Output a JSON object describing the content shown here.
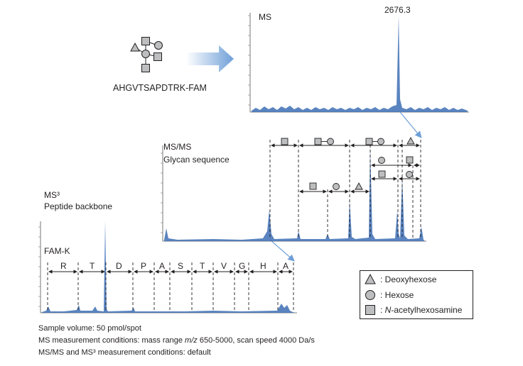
{
  "peptide": {
    "sequence": "AHGVTSAPDTRK-FAM"
  },
  "ms": {
    "label": "MS",
    "peak_label": "2676.3"
  },
  "msms": {
    "label": "MS/MS",
    "sublabel": "Glycan sequence"
  },
  "ms3": {
    "label": "MS³",
    "sublabel": "Peptide backbone",
    "start_label": "FAM-K",
    "residues": [
      "R",
      "T",
      "D",
      "P",
      "A",
      "S",
      "T",
      "V",
      "G",
      "H",
      "A"
    ]
  },
  "legend": {
    "deoxyhexose": ": Deoxyhexose",
    "hexose": ": Hexose",
    "hexnac_prefix": ": ",
    "hexnac_italic": "N",
    "hexnac_rest": "-acetylhexosamine"
  },
  "conditions": {
    "line1": "Sample volume: 50 pmol/spot",
    "line2_pre": "MS measurement conditions: mass range ",
    "line2_ital": "m/z",
    "line2_post": " 650-5000, scan speed 4000 Da/s",
    "line3": "MS/MS and MS³ measurement conditions: default"
  },
  "colors": {
    "spectrum": "#3d6eb5",
    "arrow": "#6f9fd8",
    "symbol_fill": "#bcbec0",
    "line": "#231f20"
  },
  "icons": [
    "triangle-deoxyhexose-icon",
    "circle-hexose-icon",
    "square-hexnac-icon",
    "arrow-right-icon"
  ]
}
